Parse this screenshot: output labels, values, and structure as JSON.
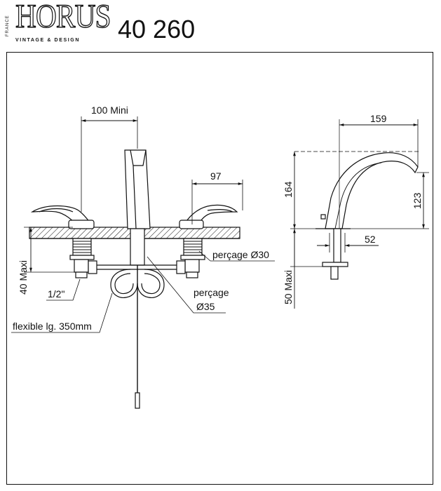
{
  "brand": {
    "name": "HORUS",
    "country": "FRANCE",
    "tagline": "VINTAGE & DESIGN"
  },
  "model_number": "40 260",
  "front_view": {
    "dim_spout_spacing": "100 Mini",
    "dim_handle_offset": "97",
    "dim_max_thickness": "40 Maxi",
    "label_thread": "1/2\"",
    "label_hose": "flexible lg. 350mm",
    "label_hole_handle": "perçage Ø30",
    "label_hole_spout_line1": "perçage",
    "label_hole_spout_line2": "Ø35"
  },
  "side_view": {
    "dim_reach": "159",
    "dim_height": "164",
    "dim_spout_height": "123",
    "dim_base": "52",
    "dim_max_thickness": "50 Maxi"
  }
}
